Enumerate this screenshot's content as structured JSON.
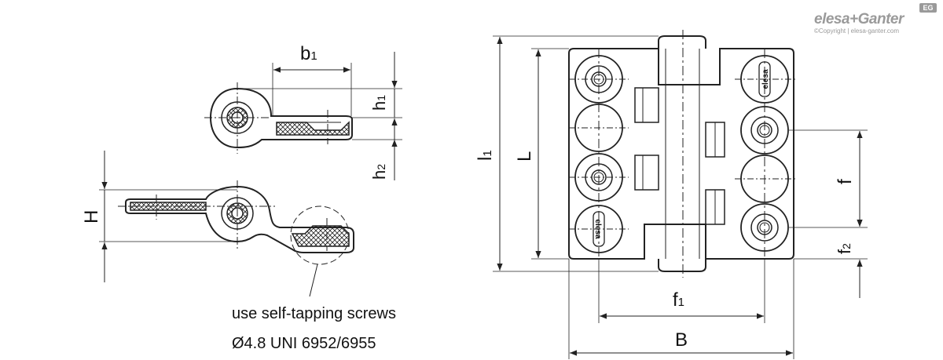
{
  "brand": {
    "name": "elesa+Ganter",
    "badge": "EG",
    "copyright": "©Copyright | elesa-ganter.com"
  },
  "side_view": {
    "dimensions": {
      "b1": "b",
      "h1": "h",
      "h2": "h",
      "H": "H"
    },
    "subscripts": {
      "b1": "1",
      "h1": "1",
      "h2": "2"
    },
    "note_line1": "use self-tapping screws",
    "note_line2": "Ø4.8 UNI 6952/6955"
  },
  "front_view": {
    "dimensions": {
      "l1": "l",
      "L": "L",
      "f": "f",
      "f2": "f",
      "f1": "f",
      "B": "B"
    },
    "subscripts": {
      "l1": "1",
      "f2": "2",
      "f1": "1"
    },
    "logo_text": "elesa"
  },
  "colors": {
    "line": "#222222",
    "brand": "#9a9a9a"
  }
}
